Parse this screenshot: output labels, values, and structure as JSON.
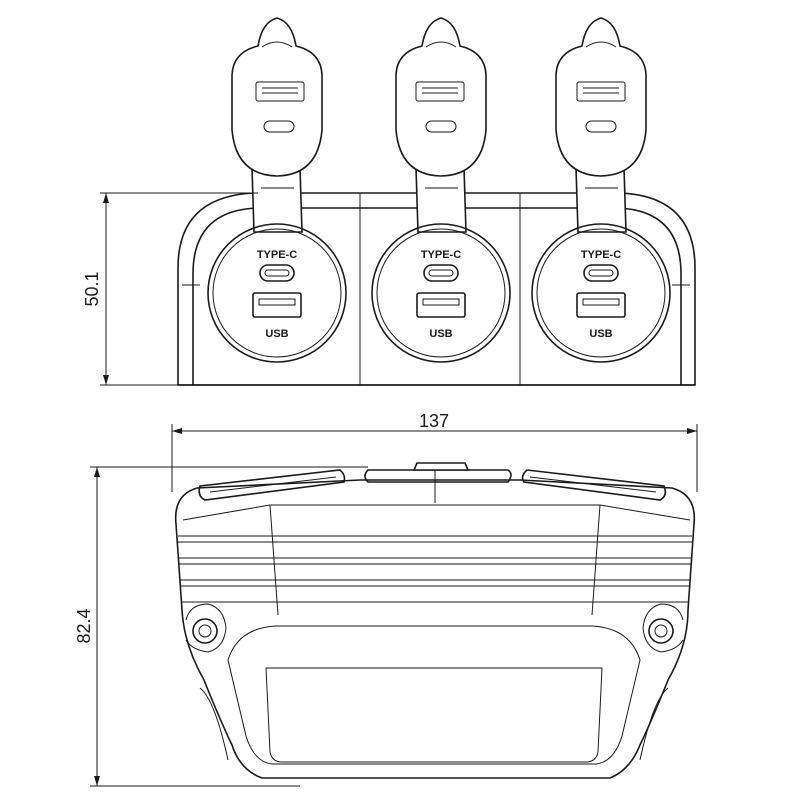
{
  "dimensions": {
    "height_front": "50.1",
    "width": "137",
    "depth": "82.4"
  },
  "panel": {
    "sockets": [
      {
        "usb_c_label": "TYPE-C",
        "usb_a_label": "USB"
      },
      {
        "usb_c_label": "TYPE-C",
        "usb_a_label": "USB"
      },
      {
        "usb_c_label": "TYPE-C",
        "usb_a_label": "USB"
      }
    ]
  }
}
